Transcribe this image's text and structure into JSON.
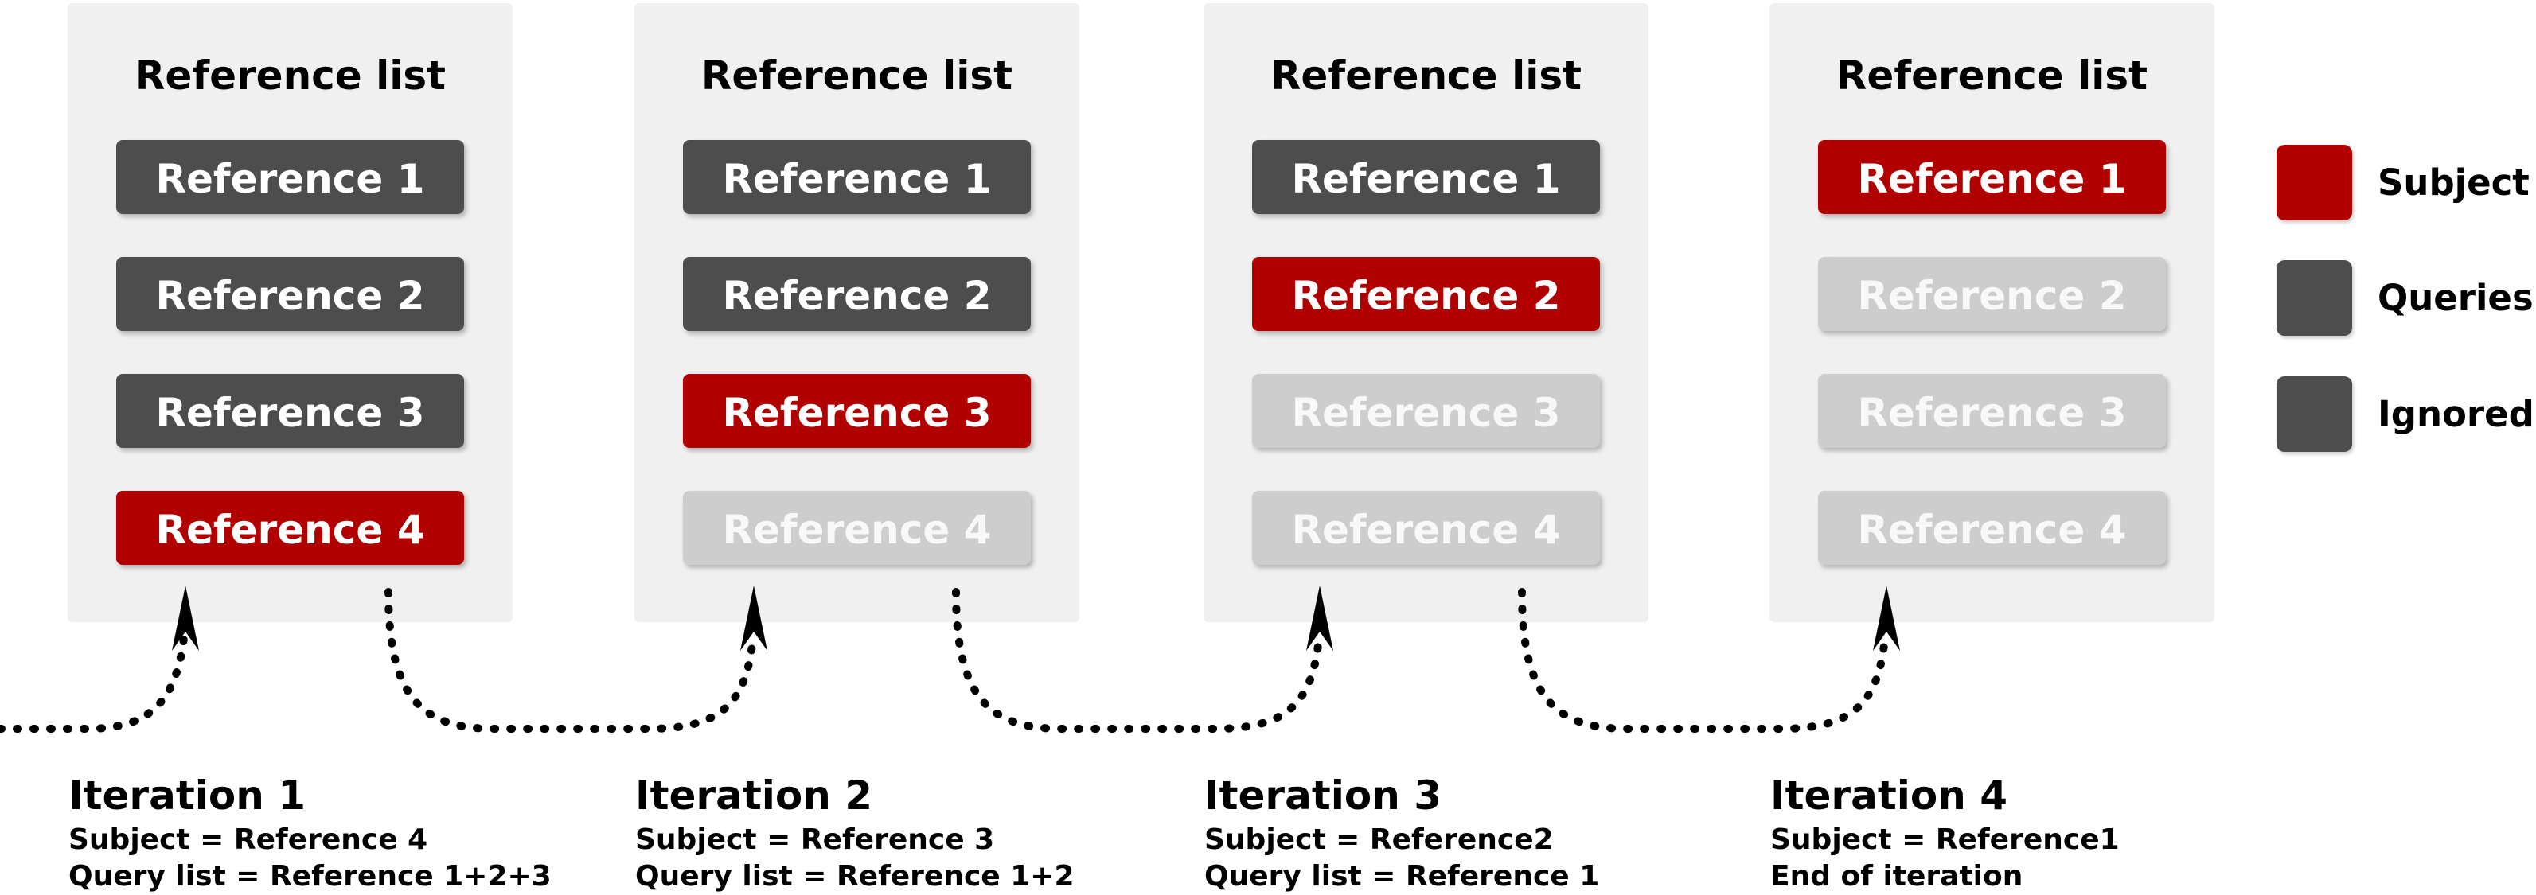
{
  "panels": [
    {
      "title": "Reference list",
      "items": [
        {
          "label": "Reference 1",
          "role": "query"
        },
        {
          "label": "Reference 2",
          "role": "query"
        },
        {
          "label": "Reference 3",
          "role": "query"
        },
        {
          "label": "Reference 4",
          "role": "subject"
        }
      ]
    },
    {
      "title": "Reference list",
      "items": [
        {
          "label": "Reference 1",
          "role": "query"
        },
        {
          "label": "Reference 2",
          "role": "query"
        },
        {
          "label": "Reference 3",
          "role": "subject"
        },
        {
          "label": "Reference 4",
          "role": "ignored"
        }
      ]
    },
    {
      "title": "Reference list",
      "items": [
        {
          "label": "Reference 1",
          "role": "query"
        },
        {
          "label": "Reference 2",
          "role": "subject"
        },
        {
          "label": "Reference 3",
          "role": "ignored"
        },
        {
          "label": "Reference 4",
          "role": "ignored"
        }
      ]
    },
    {
      "title": "Reference list",
      "items": [
        {
          "label": "Reference 1",
          "role": "subject"
        },
        {
          "label": "Reference 2",
          "role": "ignored"
        },
        {
          "label": "Reference 3",
          "role": "ignored"
        },
        {
          "label": "Reference 4",
          "role": "ignored"
        }
      ]
    }
  ],
  "legend": {
    "items": [
      {
        "label": "Subject",
        "color": "#b00000"
      },
      {
        "label": "Queries",
        "color": "#4d4d4d"
      },
      {
        "label": "Ignored",
        "color": "#4d4d4d"
      }
    ]
  },
  "iterations": [
    {
      "title": "Iteration 1",
      "lines": [
        "Subject = Reference 4",
        "Query list = Reference 1+2+3"
      ]
    },
    {
      "title": "Iteration 2",
      "lines": [
        "Subject = Reference 3",
        "Query list = Reference 1+2"
      ]
    },
    {
      "title": "Iteration 3",
      "lines": [
        "Subject = Reference2",
        "Query list = Reference 1"
      ]
    },
    {
      "title": "Iteration 4",
      "lines": [
        "Subject = Reference1",
        "End of iteration"
      ]
    }
  ],
  "colors": {
    "subject": "#b00000",
    "queries": "#4d4d4d",
    "ignored_list_item": "#cdcdcd",
    "panel_background": "#f0f0f0",
    "arrow": "#000000"
  }
}
